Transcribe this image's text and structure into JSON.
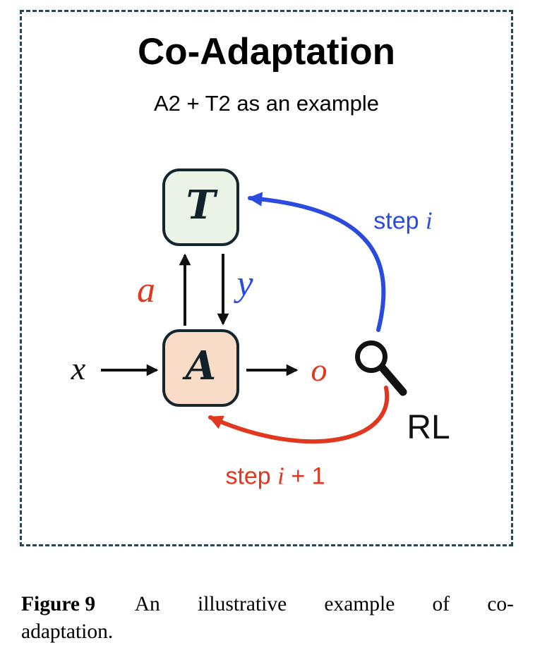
{
  "panel": {
    "title": "Co-Adaptation",
    "subtitle": "A2 + T2 as an example"
  },
  "diagram": {
    "t_box_letter": "T",
    "a_box_letter": "A",
    "action_label": "a",
    "feedback_label": "y",
    "input_label": "x",
    "output_label": "o",
    "rl_label": "RL",
    "step_i": {
      "word": "step",
      "var": "i"
    },
    "step_i_plus_1": {
      "word": "step",
      "var": "i",
      "suffix": "+ 1"
    },
    "icons": {
      "magnifier": "magnifying-glass-icon"
    },
    "colors": {
      "red": "#e0371e",
      "blue": "#2b4bdf",
      "teacher_fill": "#eaf3e5",
      "agent_fill": "#f8dcc7",
      "box_border": "#15262e",
      "dashed_border": "#2a4654"
    }
  },
  "caption": {
    "figure_label": "Figure 9",
    "line1": "An illustrative example of co-",
    "line2": "adaptation."
  }
}
